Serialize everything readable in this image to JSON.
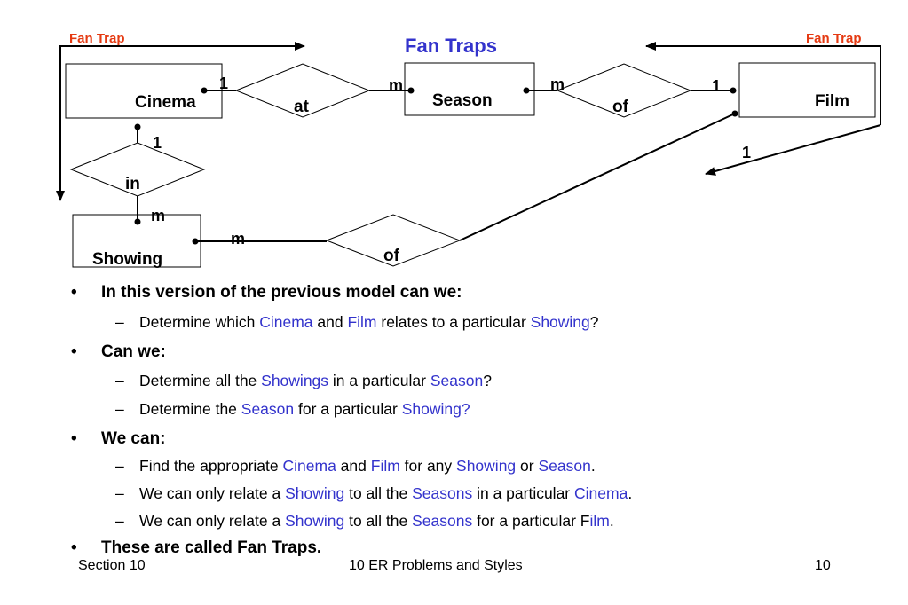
{
  "title": "Fan Traps",
  "fan_trap_label": "Fan Trap",
  "entities": {
    "cinema": "Cinema",
    "season": "Season",
    "film": "Film",
    "showing": "Showing"
  },
  "relationships": {
    "at": "at",
    "of_top": "of",
    "in": "in",
    "of_bottom": "of"
  },
  "cardinalities": {
    "cinema_at": "1",
    "at_season": "m",
    "season_of": "m",
    "of_film": "1",
    "cinema_in": "1",
    "in_showing": "m",
    "showing_of": "m",
    "film_fan": "1"
  },
  "bullets": [
    {
      "segments": [
        {
          "text": "In this version of the previous model can we:"
        }
      ],
      "sub": [
        [
          {
            "text": "Determine which "
          },
          {
            "text": "Cinema",
            "hl": true
          },
          {
            "text": " and "
          },
          {
            "text": "Film",
            "hl": true
          },
          {
            "text": " relates to a particular "
          },
          {
            "text": "Showing",
            "hl": true
          },
          {
            "text": "?"
          }
        ]
      ]
    },
    {
      "segments": [
        {
          "text": "Can we:"
        }
      ],
      "sub": [
        [
          {
            "text": "Determine all the "
          },
          {
            "text": "Showings",
            "hl": true
          },
          {
            "text": " in a particular "
          },
          {
            "text": "Season",
            "hl": true
          },
          {
            "text": "?"
          }
        ],
        [
          {
            "text": "Determine the "
          },
          {
            "text": "Season",
            "hl": true
          },
          {
            "text": " for a particular "
          },
          {
            "text": "Showing?",
            "hl": true
          }
        ]
      ]
    },
    {
      "segments": [
        {
          "text": "We can:"
        }
      ],
      "sub": [
        [
          {
            "text": "Find the appropriate "
          },
          {
            "text": "Cinema",
            "hl": true
          },
          {
            "text": " and "
          },
          {
            "text": "Film",
            "hl": true
          },
          {
            "text": " for any "
          },
          {
            "text": "Showing",
            "hl": true
          },
          {
            "text": " or "
          },
          {
            "text": "Season",
            "hl": true
          },
          {
            "text": "."
          }
        ],
        [
          {
            "text": "We can only relate a "
          },
          {
            "text": "Showing",
            "hl": true
          },
          {
            "text": " to all the "
          },
          {
            "text": "Seasons",
            "hl": true
          },
          {
            "text": " in a particular "
          },
          {
            "text": "Cinema",
            "hl": true
          },
          {
            "text": "."
          }
        ],
        [
          {
            "text": "We can only relate a "
          },
          {
            "text": "Showing",
            "hl": true
          },
          {
            "text": " to all the "
          },
          {
            "text": "Seasons",
            "hl": true
          },
          {
            "text": " for a particular F"
          },
          {
            "text": "ilm",
            "hl": true
          },
          {
            "text": "."
          }
        ]
      ]
    },
    {
      "segments": [
        {
          "text": "These are called Fan Traps."
        }
      ],
      "sub": []
    }
  ],
  "footer": {
    "left": "Section 10",
    "center": "10  ER Problems and Styles",
    "right": "10"
  },
  "colors": {
    "title": "#3333cc",
    "fan_trap": "#e53a12",
    "highlight": "#3333cc"
  }
}
